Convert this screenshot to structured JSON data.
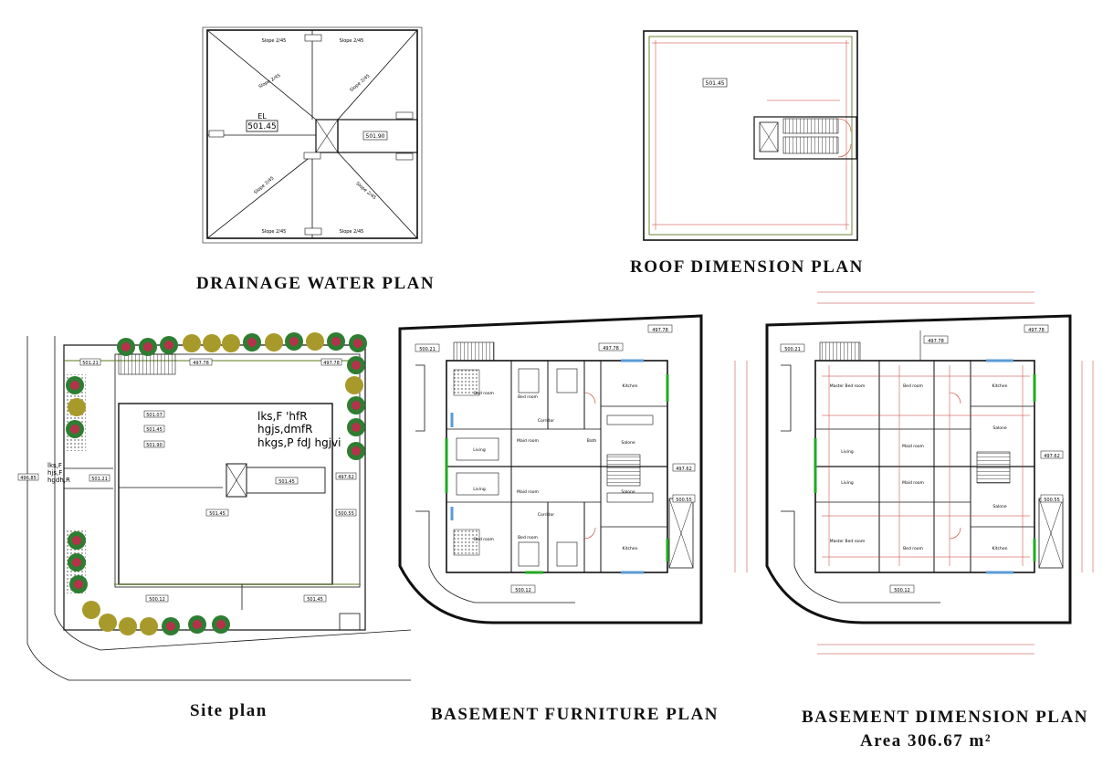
{
  "titles": {
    "drainage": "DRAINAGE WATER PLAN",
    "roof": "ROOF DIMENSION PLAN",
    "site": "Site plan",
    "furniture": "BASEMENT FURNITURE PLAN",
    "dimension": "BASEMENT DIMENSION PLAN",
    "area": "Area 306.67 m²"
  },
  "drainage": {
    "level_label": "EL",
    "level_value": "501.45",
    "box_value": "501.90",
    "slope_labels": [
      "Slope 2/45",
      "Slope 2/45",
      "Slope 2/45",
      "Slope 2/45",
      "Slope 2/45",
      "Slope 2/45",
      "Slope 2/45",
      "Slope 2/45"
    ]
  },
  "roof": {
    "level_value": "501.45"
  },
  "site": {
    "levels": [
      "501.21",
      "497.78",
      "497.78",
      "501.21",
      "497.62",
      "500.55",
      "501.45",
      "500.12",
      "501.45",
      "501.07",
      "501.45",
      "501.90",
      "501.45",
      "496.85"
    ],
    "note_lines": [
      "lks,F 'hfR",
      "hgjs,dmfR",
      "hkgs,P fdJ hgjvi"
    ],
    "side_note": [
      "lks,F",
      "hjs,F",
      "hgdh,R"
    ]
  },
  "furniture": {
    "levels": [
      "500.21",
      "497.78",
      "497.78",
      "497.62",
      "500.55",
      "500.12"
    ],
    "rooms": [
      "Kitchen",
      "Kitchen",
      "Bed room",
      "Bed room",
      "Bed room",
      "Bed room",
      "Salone",
      "Salone",
      "Living",
      "Living",
      "Corridor",
      "Corridor",
      "Maid room",
      "Maid room",
      "Bath"
    ]
  },
  "dimension": {
    "levels": [
      "500.21",
      "497.78",
      "497.78",
      "497.62",
      "500.55",
      "500.12"
    ],
    "rooms": [
      "Kitchen",
      "Kitchen",
      "Bed room",
      "Bed room",
      "Salone",
      "Salone",
      "Living",
      "Living",
      "Maid room",
      "Maid room",
      "Master Bed room",
      "Master Bed room"
    ]
  },
  "colors": {
    "line": "#111111",
    "dimension": "#c0392b",
    "window": "#22aa22",
    "green_line": "#5a7a1a",
    "tree_red": "#b5324a",
    "tree_green": "#2e7d32",
    "tree_yellow": "#a89a2a"
  }
}
